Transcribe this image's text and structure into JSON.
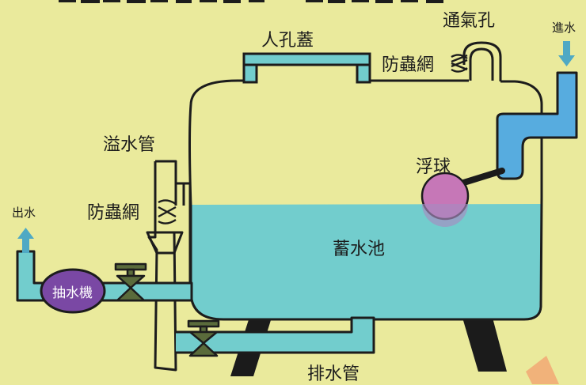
{
  "labels": {
    "manhole_cover": "人孔蓋",
    "vent_hole": "通氣孔",
    "water_in": "進水",
    "insect_screen_top": "防蟲網",
    "overflow_pipe": "溢水管",
    "float_ball": "浮球",
    "water_out": "出水",
    "insect_screen_left": "防蟲網",
    "reservoir": "蓄水池",
    "pump": "抽水機",
    "drain_pipe": "排水管"
  },
  "colors": {
    "background": "#eaea9c",
    "water": "#72cdcd",
    "pipe": "#72cdcd",
    "inlet_pipe": "#57acdf",
    "arrow": "#4fa9c4",
    "float_ball": "#c677b7",
    "pump": "#7a48a4",
    "valve": "#5a6b3b",
    "leg": "#1b1b1b",
    "outline": "#1c1c1c"
  }
}
